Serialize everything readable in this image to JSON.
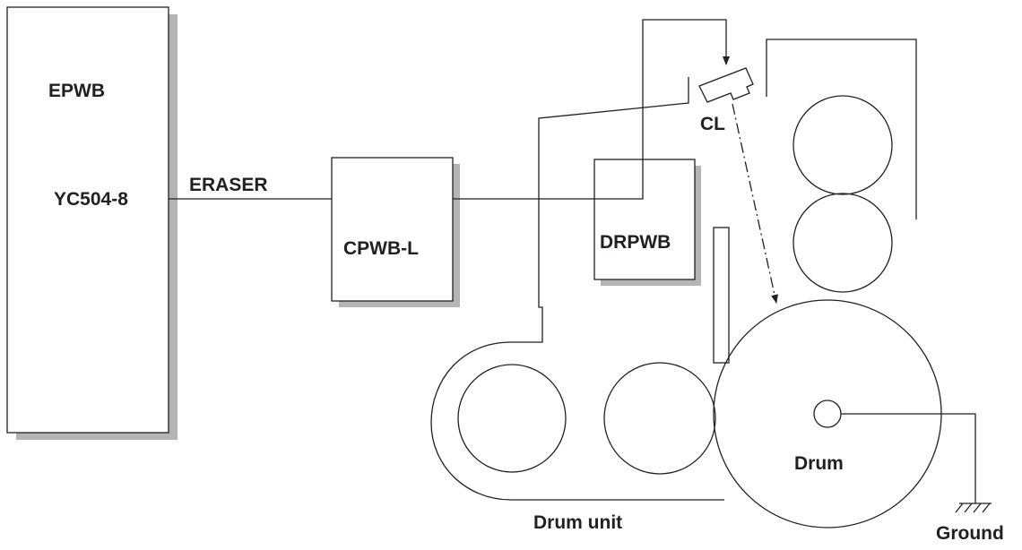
{
  "labels": {
    "epwb": "EPWB",
    "connector": "YC504-8",
    "signal": "ERASER",
    "cpwb": "CPWB-L",
    "drpwb": "DRPWB",
    "cl": "CL",
    "drum": "Drum",
    "drum_unit": "Drum unit",
    "ground": "Ground"
  }
}
